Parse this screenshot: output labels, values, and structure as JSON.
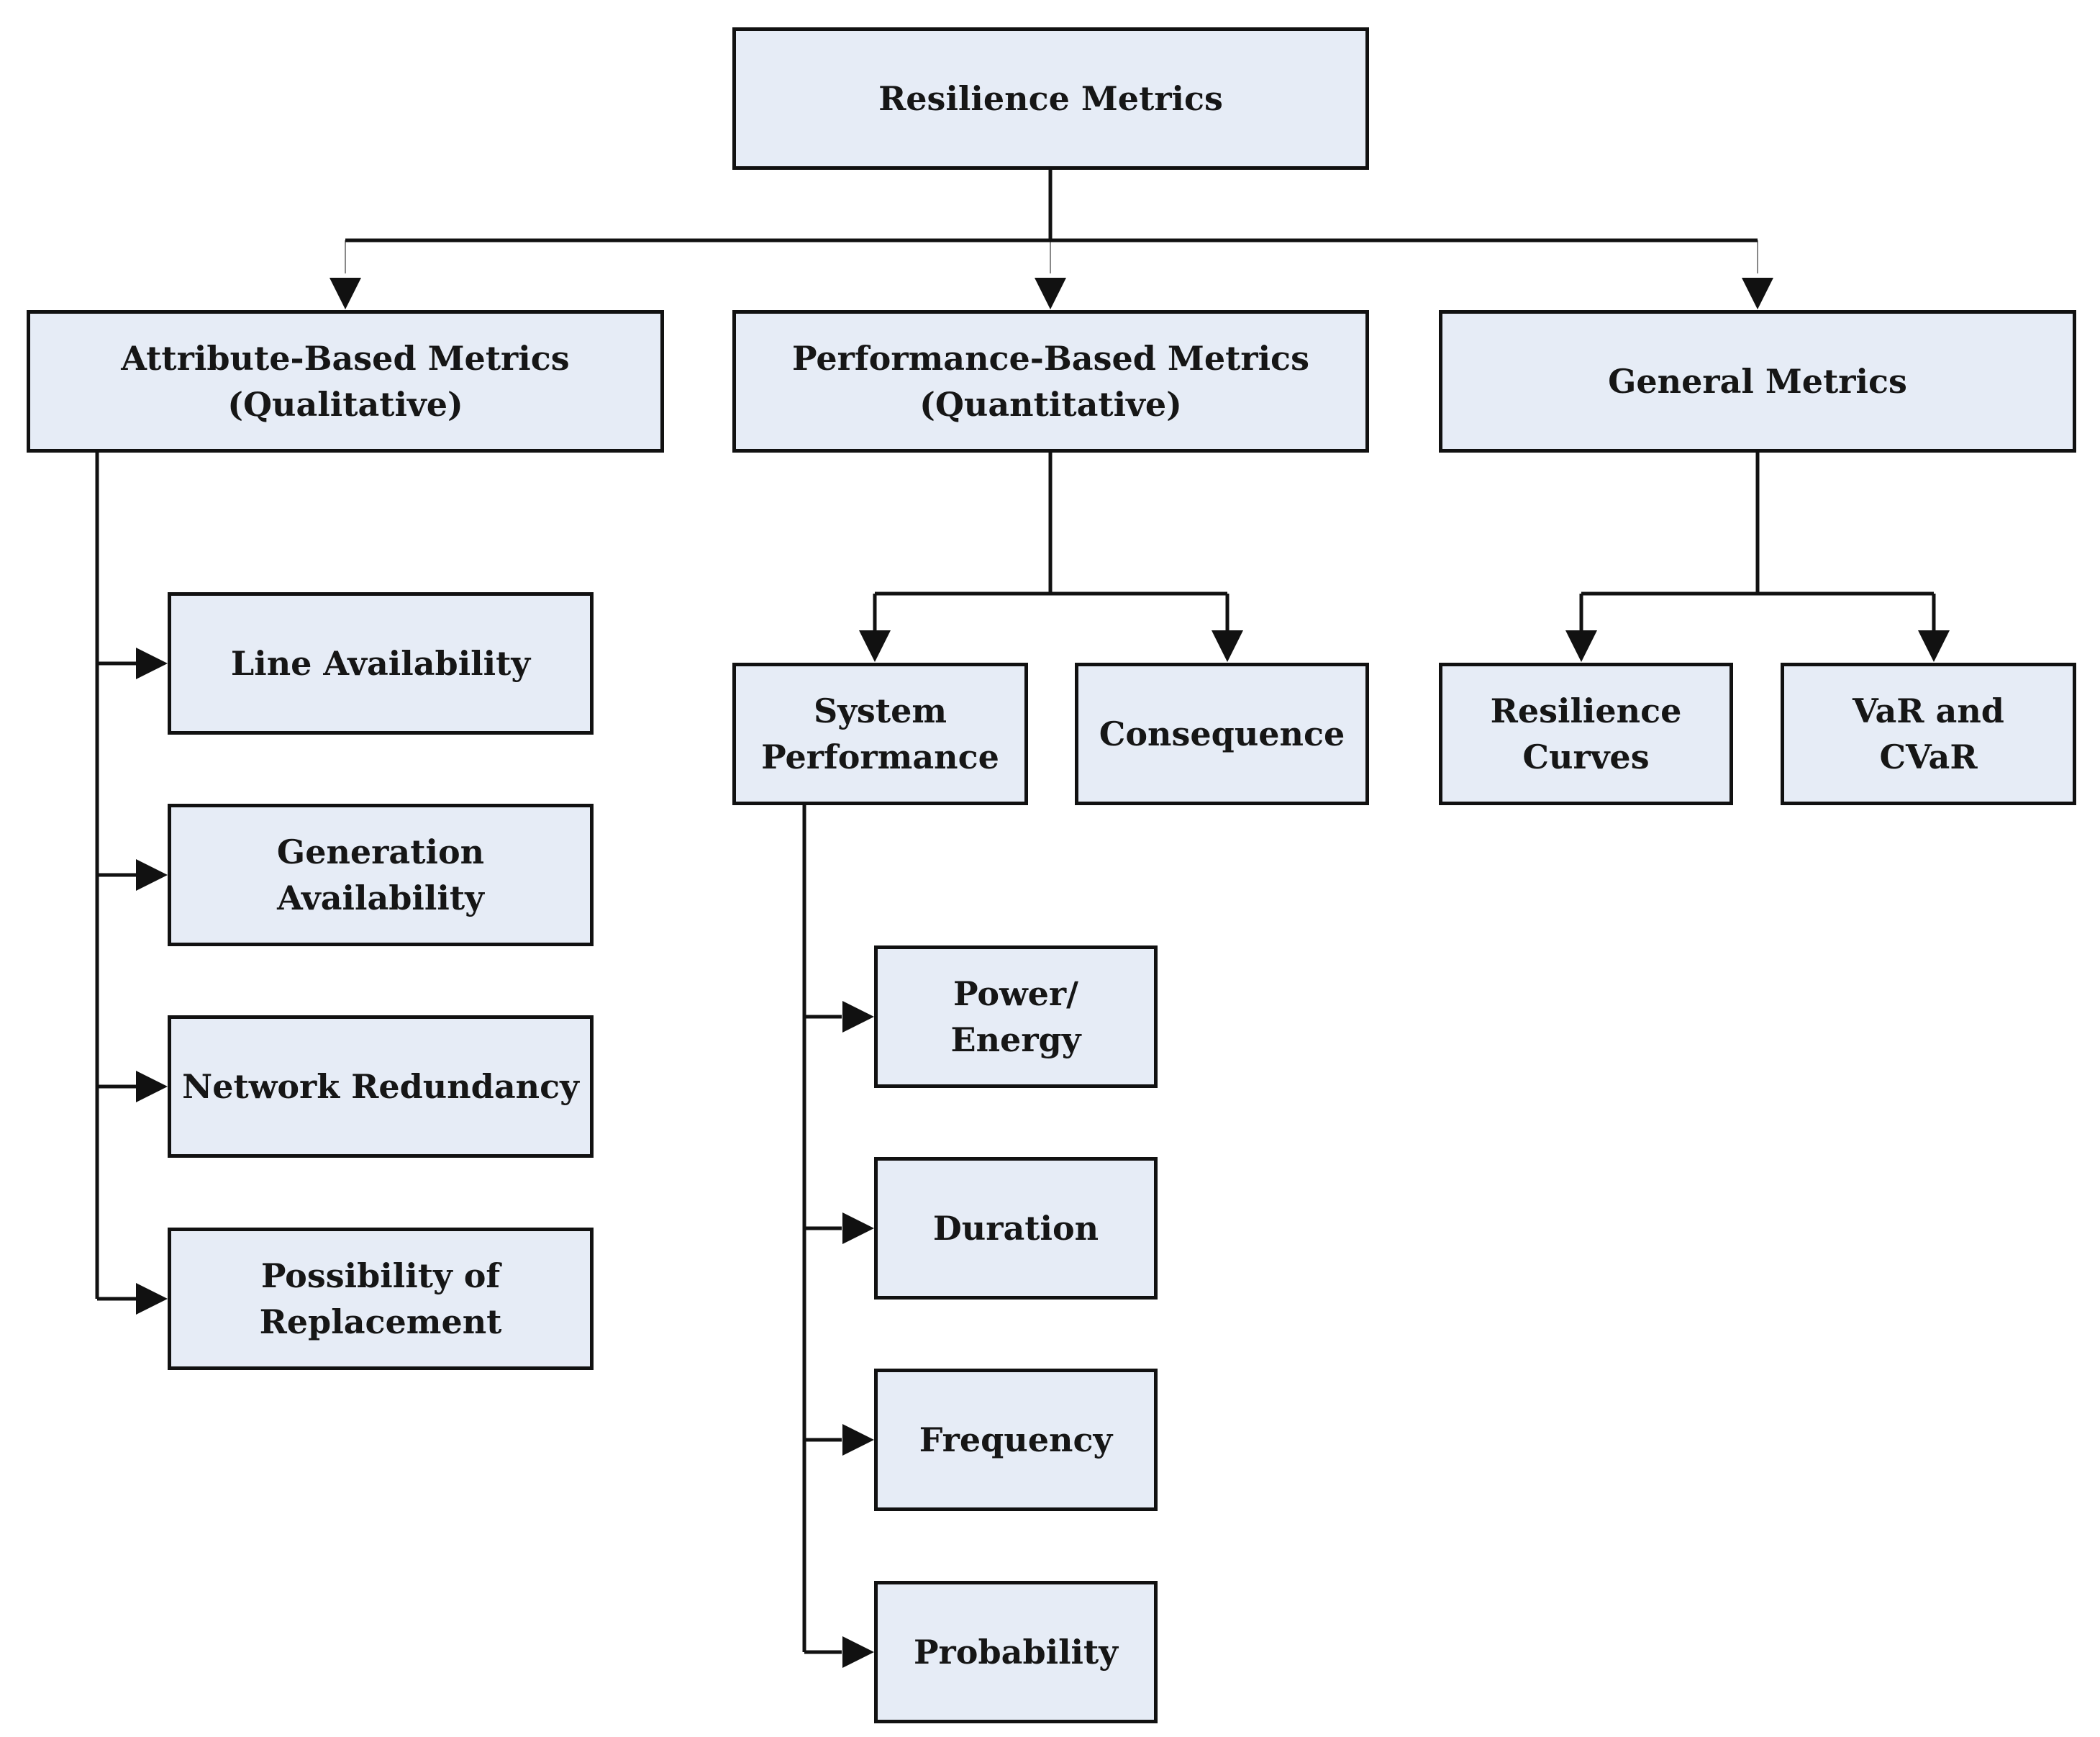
{
  "diagram": {
    "colors": {
      "box_fill": "#e6ecf6",
      "box_border": "#111111",
      "line": "#111111",
      "text": "#161616"
    },
    "root": {
      "label": "Resilience Metrics"
    },
    "categories": [
      {
        "label": "Attribute-Based Metrics\n(Qualitative)",
        "children": [
          {
            "label": "Line Availability"
          },
          {
            "label": "Generation\nAvailability"
          },
          {
            "label": "Network Redundancy"
          },
          {
            "label": "Possibility of\nReplacement"
          }
        ]
      },
      {
        "label": "Performance-Based Metrics\n(Quantitative)",
        "children": [
          {
            "label": "System\nPerformance",
            "children": [
              {
                "label": "Power/\nEnergy"
              },
              {
                "label": "Duration"
              },
              {
                "label": "Frequency"
              },
              {
                "label": "Probability"
              }
            ]
          },
          {
            "label": "Consequence"
          }
        ]
      },
      {
        "label": "General Metrics",
        "children": [
          {
            "label": "Resilience\nCurves"
          },
          {
            "label": "VaR and\nCVaR"
          }
        ]
      }
    ]
  }
}
